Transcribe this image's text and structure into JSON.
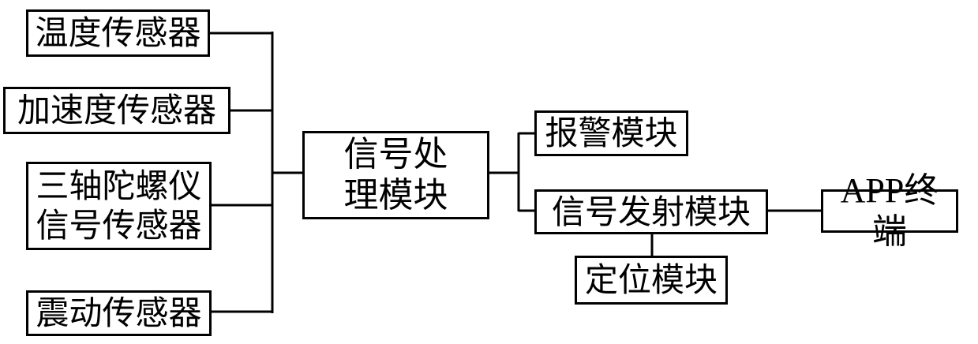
{
  "diagram": {
    "sensors": {
      "temperature": "温度传感器",
      "acceleration": "加速度传感器",
      "gyro_line1": "三轴陀螺仪",
      "gyro_line2": "信号传感器",
      "vibration": "震动传感器"
    },
    "processor_line1": "信号处",
    "processor_line2": "理模块",
    "alarm": "报警模块",
    "transmitter": "信号发射模块",
    "positioning": "定位模块",
    "app": "APP终端"
  }
}
